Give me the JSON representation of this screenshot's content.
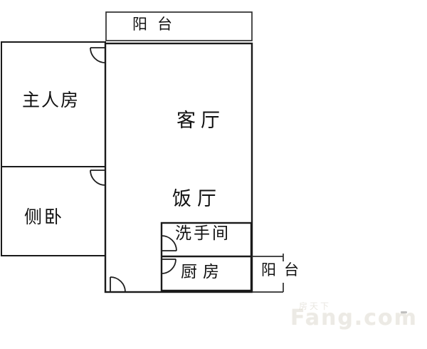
{
  "image_type": "apartment-floor-plan",
  "colors": {
    "wall": "#1a1a1a",
    "background": "#ffffff",
    "watermark_text": "#cfcabc",
    "watermark_accent": "#e8d9b8"
  },
  "rooms": [
    {
      "id": "balcony-top",
      "label": "阳台"
    },
    {
      "id": "master-bedroom",
      "label": "主人房"
    },
    {
      "id": "living-room",
      "label": "客厅"
    },
    {
      "id": "side-bedroom",
      "label": "侧卧"
    },
    {
      "id": "dining-room",
      "label": "饭厅"
    },
    {
      "id": "bathroom",
      "label": "洗手间"
    },
    {
      "id": "kitchen",
      "label": "厨房"
    },
    {
      "id": "balcony-kitchen",
      "label": "阳台"
    }
  ],
  "doors": [
    {
      "id": "master-bedroom-door"
    },
    {
      "id": "side-bedroom-door"
    },
    {
      "id": "entrance-door"
    },
    {
      "id": "bathroom-door"
    },
    {
      "id": "kitchen-door"
    }
  ],
  "watermark": {
    "line1": "房天下",
    "line2": "Fang.com"
  }
}
